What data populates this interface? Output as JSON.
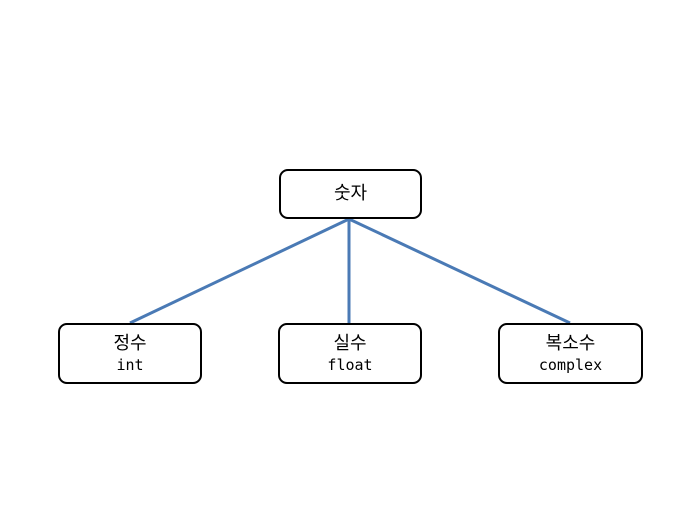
{
  "diagram": {
    "type": "tree",
    "edge_color": "#4a7ab5",
    "root": {
      "label": "숫자"
    },
    "children": [
      {
        "label": "정수",
        "sub": "int"
      },
      {
        "label": "실수",
        "sub": "float"
      },
      {
        "label": "복소수",
        "sub": "complex"
      }
    ]
  }
}
